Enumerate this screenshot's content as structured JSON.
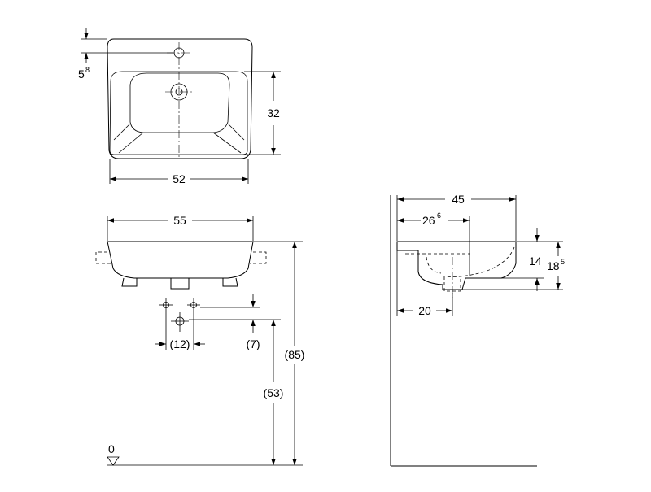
{
  "top_view": {
    "dim_width": "52",
    "dim_depth": "32",
    "dim_tap_offset": "5",
    "dim_tap_offset_sup": "8"
  },
  "front_view": {
    "dim_width": "55",
    "dim_spacing": "(12)",
    "dim_small_height": "(7)",
    "dim_outlet_height": "(53)",
    "dim_total_height": "(85)",
    "floor_label": "0"
  },
  "side_view": {
    "dim_depth": "45",
    "dim_bowl": "26",
    "dim_bowl_sup": "6",
    "dim_rim": "14",
    "dim_height": "18",
    "dim_height_sup": "5",
    "dim_wall_offset": "20"
  }
}
